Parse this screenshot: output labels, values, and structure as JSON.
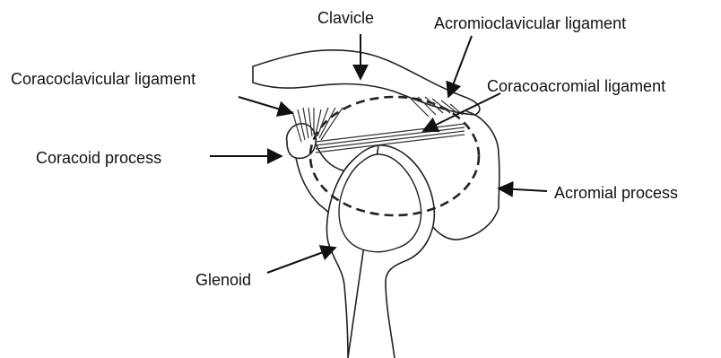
{
  "labels": {
    "clavicle": "Clavicle",
    "acromioclavicular_ligament": "Acromioclavicular ligament",
    "coracoclavicular_ligament": "Coracoclavicular ligament",
    "coracoacromial_ligament": "Coracoacromial ligament",
    "coracoid_process": "Coracoid process",
    "acromial_process": "Acromial process",
    "glenoid": "Glenoid"
  },
  "colors": {
    "line": "#222222",
    "background": "#ffffff"
  }
}
